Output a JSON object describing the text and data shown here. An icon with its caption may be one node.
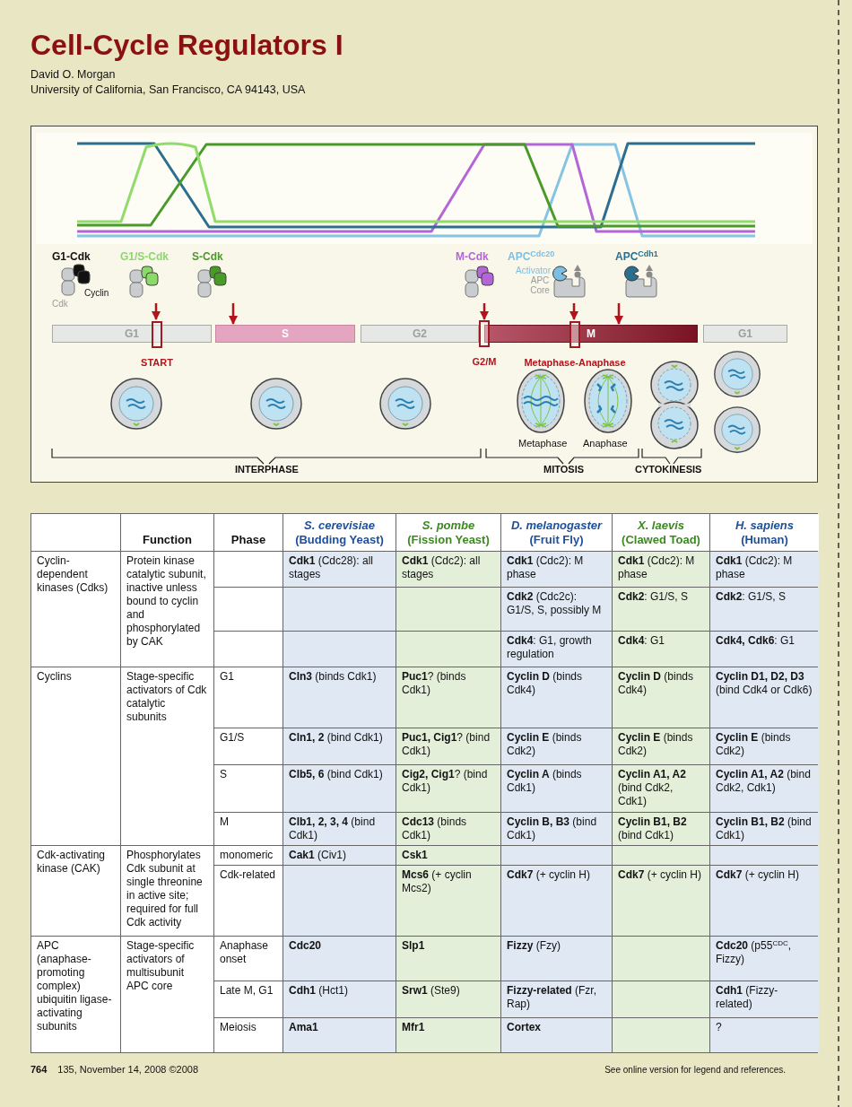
{
  "diagram": {
    "title": "Cell-Cycle Regulators I",
    "nodes": [
      {
        "text": [
          "G1-Cdk",
          "Cyclin",
          "Cdk"
        ]
      },
      {
        "text": [
          "G1/S-Cdk"
        ]
      },
      {
        "text": [
          "S-Cdk"
        ]
      },
      {
        "text": [
          "M-Cdk"
        ]
      },
      {
        "text": [
          "APC$^{Cdc20}$",
          "Activator",
          "APC Core"
        ]
      },
      {
        "text": [
          "APC$^{Cdh1}$"
        ]
      },
      {
        "text": [
          "G1"
        ]
      },
      {
        "text": [
          "S"
        ]
      },
      {
        "text": [
          "G2"
        ]
      },
      {
        "text": [
          "M"
        ]
      },
      {
        "text": [
          "G1"
        ]
      },
      {
        "text": [],
        "shape": "box",
        "in": 6,
        "beside": [
          "START"
        ]
      },
      {
        "text": [],
        "shape": "box",
        "beside": [
          "G2/M"
        ]
      },
      {
        "text": [],
        "shape": "box",
        "in": 9,
        "beside": [
          "Metaphase-Anaphase"
        ]
      }
    ],
    "edges": [
      {
        "from": 1,
        "to": 11,
        "arrow": "to"
      },
      {
        "from": 2,
        "to": 7,
        "arrow": "to"
      },
      {
        "from": 3,
        "to": 12,
        "arrow": "to"
      },
      {
        "from": 4,
        "to": 13,
        "arrow": "to"
      },
      {
        "from": 5,
        "to": 9,
        "arrow": "to"
      }
    ],
    "labels": [
      "David O. Morgan",
      "University of California, San Francisco, CA 94143, USA",
      "Metaphase",
      "Anaphase",
      "INTERPHASE",
      "MITOSIS",
      "CYTOKINESIS",
      "Function",
      "Phase",
      "*S. cerevisiae* (Budding Yeast)",
      "*S. pombe* (Fission Yeast)",
      "*D. melanogaster* (Fruit Fly)",
      "*X. laevis* (Clawed Toad)",
      "*H. sapiens* (Human)",
      "Cyclin-dependent kinases (Cdks)",
      "Protein kinase catalytic subunit, inactive unless bound to cyclin and phosphorylated by CAK",
      "**Cdk1** (Cdc28): all stages",
      "**Cdk1** (Cdc2): all stages",
      "**Cdk1** (Cdc2): M phase",
      "**Cdk1** (Cdc2): M phase",
      "**Cdk1** (Cdc2): M phase",
      "**Cdk2** (Cdc2c): G1/S, S, possibly M",
      "**Cdk2**: G1/S, S",
      "**Cdk2**: G1/S, S",
      "**Cdk4**: G1, growth regulation",
      "**Cdk4**: G1",
      "**Cdk4, Cdk6**: G1",
      "Cyclins",
      "Stage-specific activators of Cdk catalytic subunits",
      "G1",
      "**Cln3** (binds Cdk1)",
      "**Puc1**? (binds Cdk1)",
      "**Cyclin D** (binds Cdk4)",
      "**Cyclin D** (binds Cdk4)",
      "**Cyclin D1, D2, D3** (bind Cdk4 or Cdk6)",
      "G1/S",
      "**Cln1, 2** (bind Cdk1)",
      "**Puc1, Cig1**? (bind Cdk1)",
      "**Cyclin E** (binds Cdk2)",
      "**Cyclin E** (binds Cdk2)",
      "**Cyclin E** (binds Cdk2)",
      "S",
      "**Clb5, 6** (bind Cdk1)",
      "**Cig2, Cig1**? (bind Cdk1)",
      "**Cyclin A** (binds Cdk1)",
      "**Cyclin A1, A2** (bind Cdk2, Cdk1)",
      "**Cyclin A1, A2** (bind Cdk2, Cdk1)",
      "M",
      "**Clb1, 2, 3, 4** (bind Cdk1)",
      "**Cdc13** (binds Cdk1)",
      "**Cyclin B, B3** (bind Cdk1)",
      "**Cyclin B1, B2** (bind Cdk1)",
      "**Cyclin B1, B2** (bind Cdk1)",
      "Cdk-activating kinase (CAK)",
      "Phosphorylates Cdk subunit at single threonine in active site; required for full Cdk activity",
      "monomeric",
      "**Cak1** (Civ1)",
      "**Csk1**",
      "Cdk-related",
      "**Mcs6** (+ cyclin Mcs2)",
      "**Cdk7** (+ cyclin H)",
      "**Cdk7** (+ cyclin H)",
      "**Cdk7** (+ cyclin H)",
      "APC (anaphase-promoting complex) ubiquitin ligase-activating subunits",
      "Stage-specific activators of multisubunit APC core",
      "Anaphase onset",
      "**Cdc20**",
      "**Slp1**",
      "**Fizzy** (Fzy)",
      "**Cdc20** (p55$^{CDC}$, Fizzy)",
      "Late M, G1",
      "**Cdh1** (Hct1)",
      "**Srw1** (Ste9)",
      "**Fizzy-related** (Fzr, Rap)",
      "**Cdh1** (Fizzy-related)",
      "Meiosis",
      "**Ama1**",
      "**Mfr1**",
      "**Cortex**",
      "?",
      "764",
      "135, November 14, 2008 ©2008",
      "See online version for legend and references."
    ]
  }
}
